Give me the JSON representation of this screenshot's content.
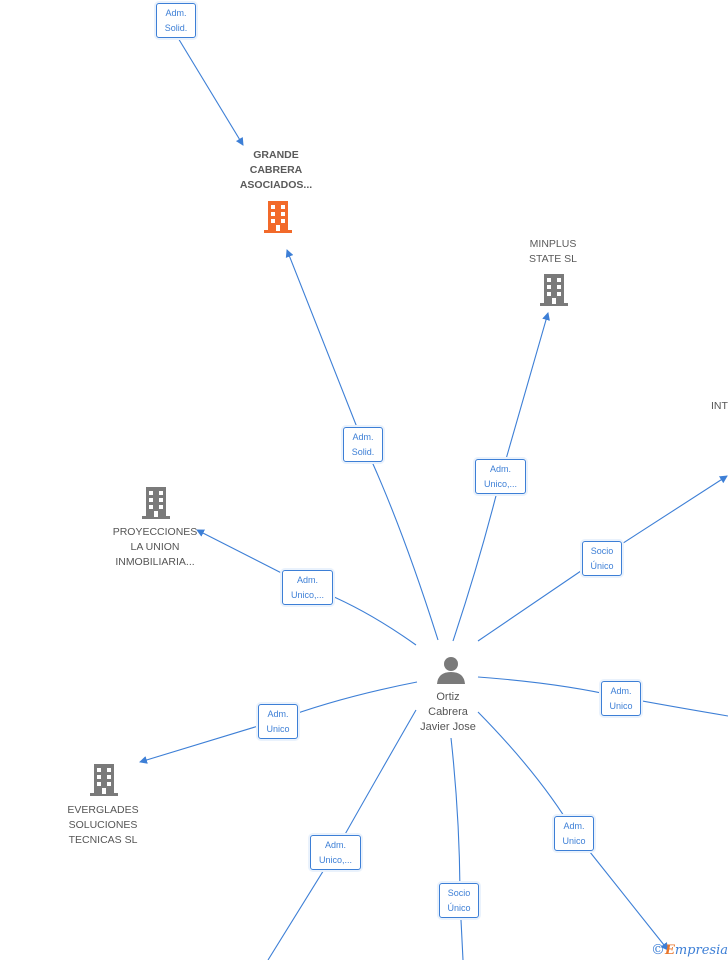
{
  "center": {
    "name_line1": "Ortiz",
    "name_line2": "Cabrera",
    "name_line3": "Javier Jose",
    "icon": "person-icon"
  },
  "companies": {
    "grande": {
      "line1": "GRANDE",
      "line2": "CABRERA",
      "line3": "ASOCIADOS...",
      "highlight_color": "#f26a2a",
      "icon": "building-icon"
    },
    "minplus": {
      "line1": "MINPLUS",
      "line2": "STATE  SL",
      "icon": "building-icon"
    },
    "proyecciones": {
      "line1": "PROYECCIONES",
      "line2": "LA UNION",
      "line3": "INMOBILIARIA...",
      "icon": "building-icon"
    },
    "everglades": {
      "line1": "EVERGLADES",
      "line2": "SOLUCIONES",
      "line3": "TECNICAS  SL",
      "icon": "building-icon"
    },
    "int_partial": {
      "line1": "INT"
    }
  },
  "relations": {
    "top_solid": {
      "line1": "Adm.",
      "line2": "Solid."
    },
    "grande_solid": {
      "line1": "Adm.",
      "line2": "Solid."
    },
    "minplus": {
      "line1": "Adm.",
      "line2": "Unico,..."
    },
    "socio_right": {
      "line1": "Socio",
      "line2": "Único"
    },
    "proyecciones": {
      "line1": "Adm.",
      "line2": "Unico,..."
    },
    "adm_unico_right": {
      "line1": "Adm.",
      "line2": "Unico"
    },
    "everglades": {
      "line1": "Adm.",
      "line2": "Unico"
    },
    "bottom_left": {
      "line1": "Adm.",
      "line2": "Unico,..."
    },
    "bottom_right": {
      "line1": "Adm.",
      "line2": "Unico"
    },
    "socio_bottom": {
      "line1": "Socio",
      "line2": "Único"
    }
  },
  "colors": {
    "edge": "#3d7fd6",
    "building": "#7a7a7a",
    "highlight": "#f26a2a"
  },
  "watermark": {
    "copyright": "©",
    "e_letter": "E",
    "rest": "mpresia"
  }
}
